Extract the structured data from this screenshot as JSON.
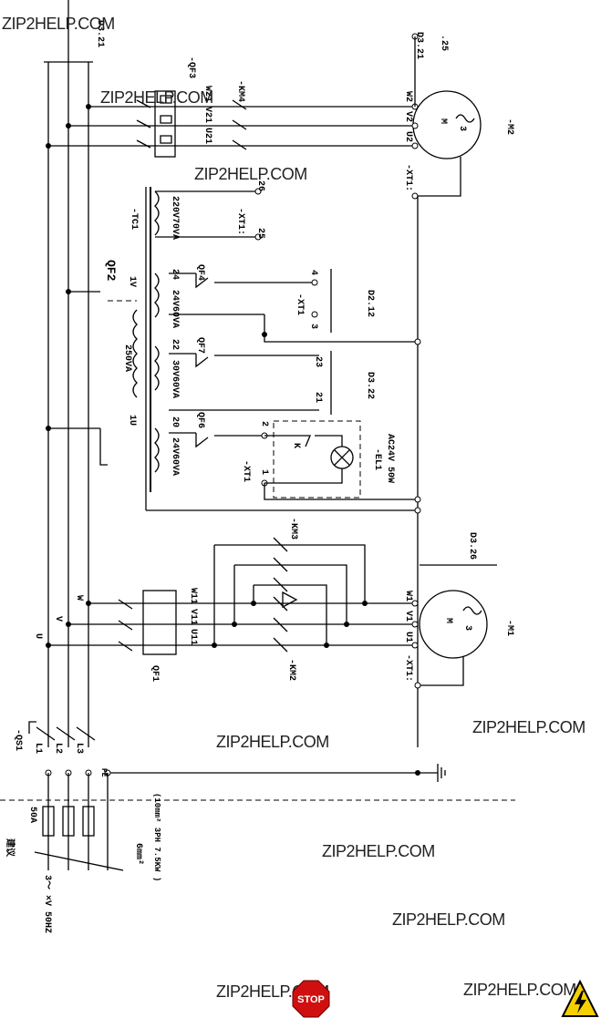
{
  "labels": {
    "d321_top_left": "D3.21",
    "d321_top_right": "D3.21",
    "d321_sub": ".25",
    "qf3": "-QF3",
    "km4": "-KM4",
    "w21": "W21",
    "v21": "V21",
    "u21": "U21",
    "w2": "W2",
    "v2": "V2",
    "u2": "U2",
    "m2": "-M2",
    "xt1_m2": "-XT1:",
    "tc1": "-TC1",
    "tc1_rating": "220V70VA",
    "n26": "26",
    "n25": "25",
    "xt1_tc": "-XT1:",
    "qf2": "QF2",
    "n1v": "1V",
    "n1u": "1U",
    "trans_rating": "250VA",
    "n24": "24",
    "qf4": "QF4",
    "w24": "24V60VA",
    "n4": "4",
    "n3": "3",
    "xt1_qf4": "-XT1",
    "d212": "D2.12",
    "n22": "22",
    "qf7": "QF7",
    "w30": "30V60VA",
    "n23": "23",
    "n21": "21",
    "d322": "D3.22",
    "n20": "20",
    "qf6": "QF6",
    "w24b": "24V60VA",
    "n2": "2",
    "n1": "1",
    "k": "K",
    "xt1_el": "-XT1",
    "el1": "-EL1",
    "el1_rating": "AC24V 50W",
    "km3": "-KM3",
    "d326": "D3.26",
    "w11": "W11",
    "v11": "V11",
    "u11": "U11",
    "w1": "W1",
    "v1": "V1",
    "u1": "U1",
    "m1": "-M1",
    "xt1_m1": "-XT1:",
    "qf1": "QF1",
    "km2": "-KM2",
    "u": "U",
    "v": "V",
    "w": "W",
    "qs1": "-QS1",
    "l1": "L1",
    "l2": "L2",
    "l3": "L3",
    "pe": "PE",
    "fuse": "50A",
    "supply_tag": "建议",
    "supply": "3～ ×V 50HZ",
    "cable1": "6mm²",
    "cable2": "(10mm² 3PH 7.5KW )",
    "m_letter": "M",
    "m_three": "3"
  },
  "watermarks": [
    "ZIP2HELP.COM",
    "ZIP2HELP.COM",
    "ZIP2HELP.COM",
    "ZIP2HELP.COM",
    "ZIP2HELP.COM",
    "ZIP2HELP.COM",
    "ZIP2HELP.COM",
    "ZIP2HELP.COM",
    "ZIP2HELP.COM"
  ],
  "icons": {
    "stop": "stop-sign-icon",
    "warning": "high-voltage-warning-icon"
  },
  "stop_text": "STOP"
}
